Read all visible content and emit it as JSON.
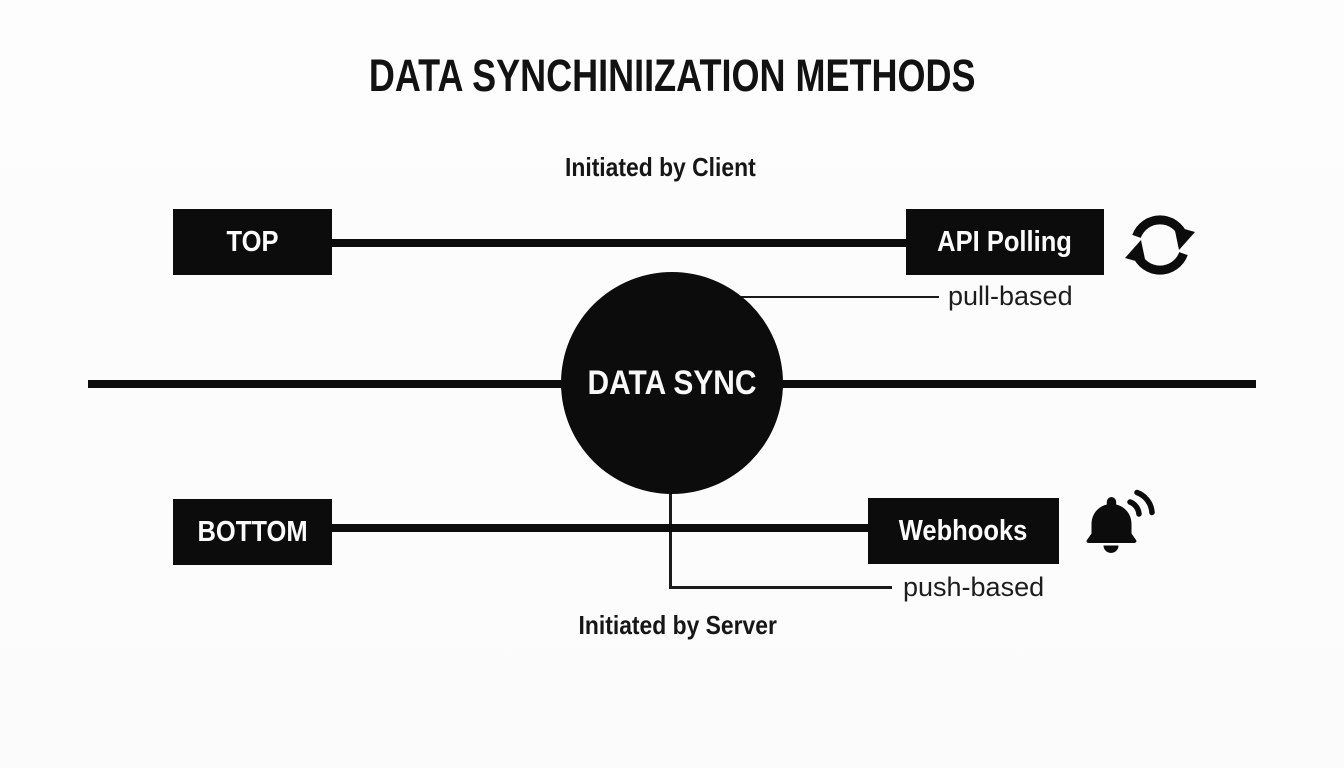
{
  "title": "DATA SYNCHINIIZATION METHODS",
  "top_section": {
    "label": "Initiated by Client",
    "left_box": "TOP",
    "right_box": "API Polling",
    "annotation": "pull-based",
    "icon": "sync-refresh-icon"
  },
  "center": {
    "label": "DATA SYNC"
  },
  "bottom_section": {
    "label": "Initiated by Server",
    "left_box": "BOTTOM",
    "right_box": "Webhooks",
    "annotation": "push-based",
    "icon": "notification-bell-icon"
  },
  "colors": {
    "ink": "#0c0c0c",
    "background": "#fdfdfd",
    "box_text": "#fbfbfb"
  }
}
